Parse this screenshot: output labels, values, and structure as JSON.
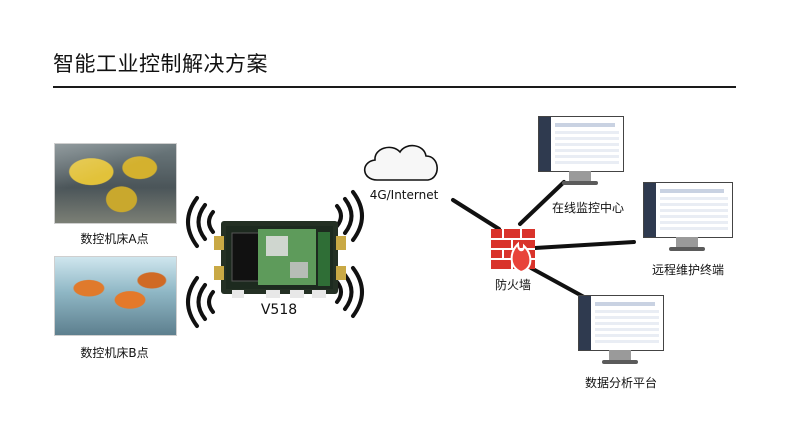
{
  "header": {
    "title": "智能工业控制解决方案"
  },
  "nodes": {
    "cnc_a": {
      "label": "数控机床A点"
    },
    "cnc_b": {
      "label": "数控机床B点"
    },
    "router": {
      "label": "V518"
    },
    "network": {
      "label": "4G/Internet"
    },
    "firewall": {
      "label": "防火墙"
    },
    "monitor_center": {
      "label": "在线监控中心"
    },
    "remote_terminal": {
      "label": "远程维护终端"
    },
    "analytics_platform": {
      "label": "数据分析平台"
    }
  },
  "colors": {
    "firewall": "#d9332b",
    "screen_header": "#2f3a4f",
    "line": "#111111"
  }
}
